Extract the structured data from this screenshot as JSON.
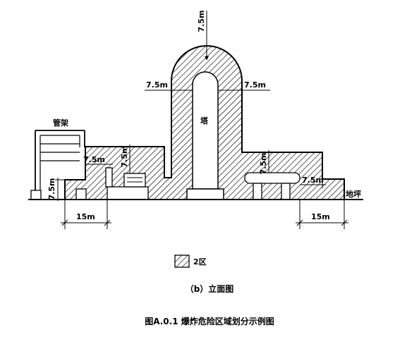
{
  "labels": {
    "tower": "塔",
    "pipe_rack": "管架",
    "ground": "地坪",
    "dim_top": "7.5m",
    "dim_tower_left": "7.5m",
    "dim_tower_right": "7.5m",
    "dim_rack_height": "7.5m",
    "dim_equip_left_h": "7.5m",
    "dim_equip_left_v": "7.5m",
    "dim_equip_right_v": "7.5m",
    "dim_equip_right_h": "7.5m",
    "dim_bottom_left": "15m",
    "dim_bottom_right": "15m"
  },
  "legend": {
    "zone2": "2区"
  },
  "caption": {
    "sub": "（b）立面图",
    "main": "图A.0.1 爆炸危险区域划分示例图"
  }
}
